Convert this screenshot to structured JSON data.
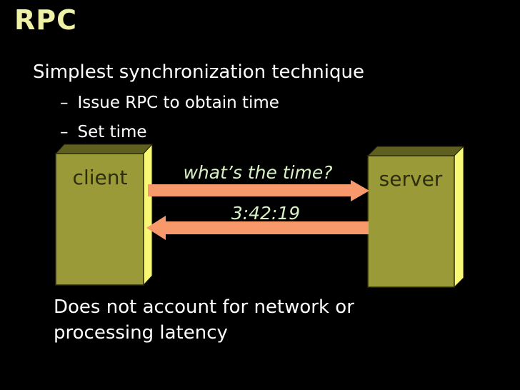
{
  "slide": {
    "title": "RPC",
    "heading": "Simplest synchronization technique",
    "bullets": [
      {
        "dash": "–",
        "text": "Issue RPC to obtain time"
      },
      {
        "dash": "–",
        "text": "Set time"
      }
    ],
    "diagram": {
      "client_label": "client",
      "server_label": "server",
      "request_message": "what’s the time?",
      "reply_message": "3:42:19"
    },
    "note": {
      "lines": [
        "Does not account for network or",
        "processing latency"
      ]
    },
    "colors": {
      "background": "#000000",
      "title_text": "#EFF2A6",
      "body_text": "#FFFFFF",
      "box_front": "#9A9A38",
      "box_top": "#5F5F1F",
      "box_side": "#F8F874",
      "box_label_text": "#2E2E0E",
      "arrow_fill": "#F8996B",
      "message_text": "#D7F0C4"
    }
  }
}
